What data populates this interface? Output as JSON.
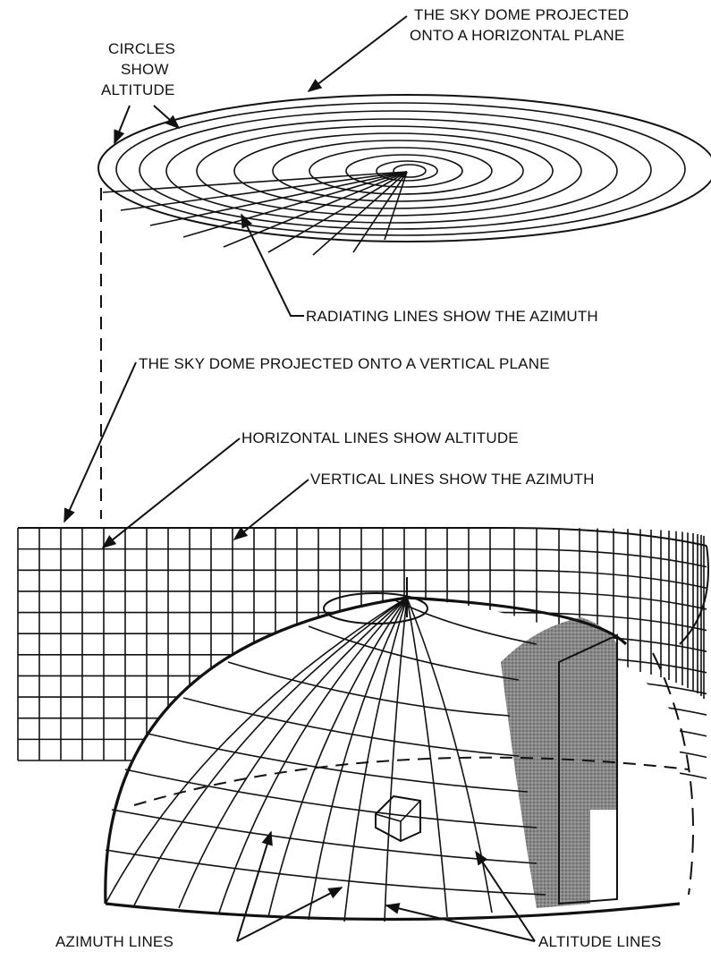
{
  "labels": {
    "horizontal_plane": [
      "THE SKY DOME PROJECTED",
      "ONTO A HORIZONTAL PLANE"
    ],
    "circles": [
      "CIRCLES",
      "SHOW",
      "ALTITUDE"
    ],
    "radiating": "RADIATING LINES SHOW THE AZIMUTH",
    "vertical_plane": "THE SKY DOME PROJECTED ONTO A VERTICAL PLANE",
    "horizontal_lines": "HORIZONTAL LINES SHOW ALTITUDE",
    "vertical_lines": "VERTICAL LINES SHOW THE AZIMUTH",
    "azimuth_lines": "AZIMUTH LINES",
    "altitude_lines": "ALTITUDE LINES"
  }
}
